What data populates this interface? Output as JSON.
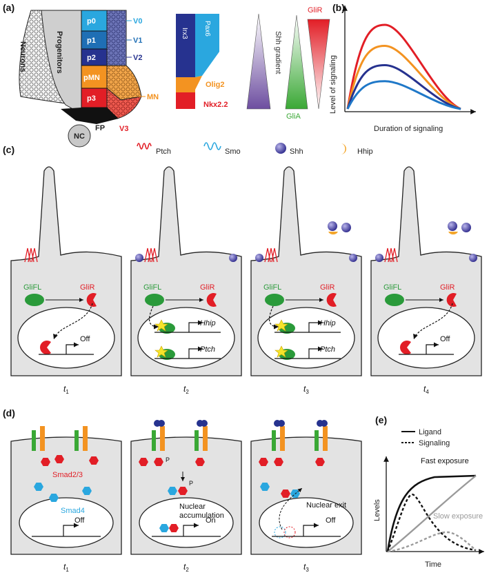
{
  "panel_a": {
    "label": "(a)",
    "neurons": "Neurons",
    "progenitors": "Progenitors",
    "domains": [
      "p0",
      "p1",
      "p2",
      "pMN",
      "p3"
    ],
    "v_labels": [
      "V0",
      "V1",
      "V2",
      "MN",
      "V3"
    ],
    "fp": "FP",
    "nc": "NC",
    "irx3": "Irx3",
    "pax6": "Pax6",
    "olig2": "Olig2",
    "nkx22": "Nkx2.2",
    "shh_gradient": "Shh gradient",
    "glir": "GliR",
    "glia": "GliA",
    "colors": {
      "p0": "#2aa7df",
      "p1": "#1f6fb5",
      "p2": "#26328f",
      "pMN": "#f39321",
      "p3": "#e21e26"
    }
  },
  "panel_b": {
    "label": "(b)",
    "ylabel": "Level of  signaling",
    "xlabel": "Duration of signaling"
  },
  "chart_data": {
    "type": "line",
    "title": "",
    "xlabel": "Duration of signaling",
    "ylabel": "Level of  signaling",
    "series": [
      {
        "color": "#e21e26",
        "peak": 1.0
      },
      {
        "color": "#f39321",
        "peak": 0.75
      },
      {
        "color": "#26328f",
        "peak": 0.52
      },
      {
        "color": "#1f78c8",
        "peak": 0.33
      }
    ]
  },
  "panel_c": {
    "label": "(c)",
    "legend": {
      "ptch": "Ptch",
      "smo": "Smo",
      "shh": "Shh",
      "hhip": "Hhip"
    },
    "glifl": "GliFL",
    "glir": "GliR",
    "off": "Off",
    "hhip_gene": "Hhip",
    "ptch_gene": "Ptch",
    "time_labels": [
      "t1",
      "t2",
      "t3",
      "t4"
    ]
  },
  "panel_d": {
    "label": "(d)",
    "smad23": "Smad2/3",
    "smad4": "Smad4",
    "p": "P",
    "nuclear_accumulation": "Nuclear\naccumulation",
    "nuclear_exit": "Nuclear exit",
    "off": "Off",
    "on": "On",
    "time_labels": [
      "t1",
      "t2",
      "t3"
    ]
  },
  "panel_e": {
    "label": "(e)",
    "legend_ligand": "Ligand",
    "legend_signaling": "Signaling",
    "fast": "Fast exposure",
    "slow": "Slow exposure",
    "ylabel": "Levels",
    "xlabel": "Time"
  }
}
